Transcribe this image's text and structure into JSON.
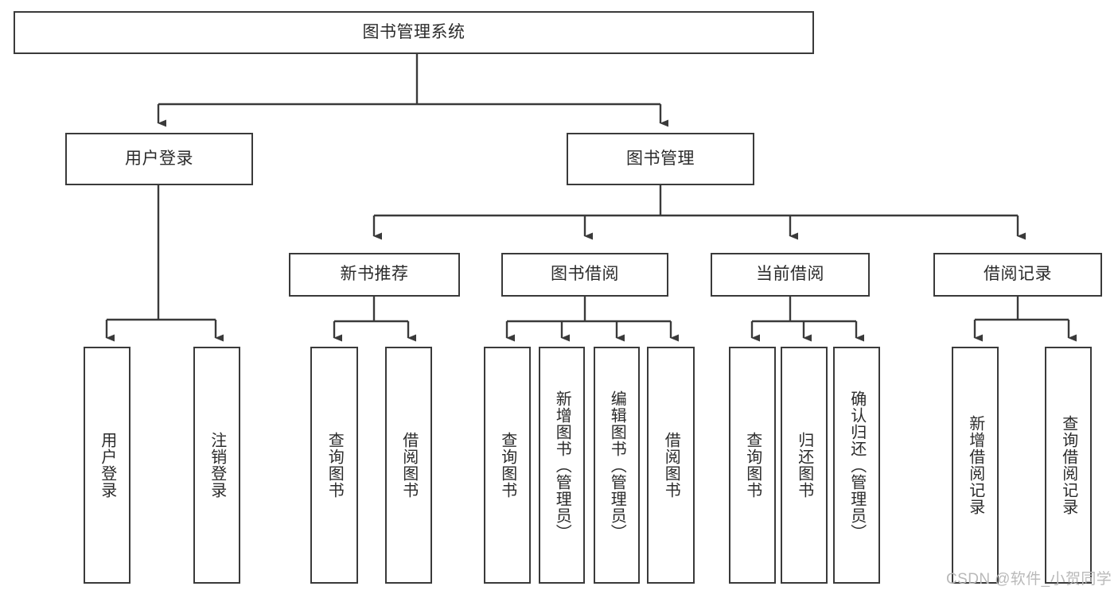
{
  "diagram": {
    "title": "图书管理系统",
    "type": "tree-hierarchy",
    "orientation": "top-down",
    "line_color": "#3a3a3a",
    "box_fill": "#ffffff",
    "text_color": "#2b2b2b",
    "levels": [
      {
        "level": 1,
        "nodes": [
          {
            "id": "root",
            "label": "图书管理系统"
          }
        ]
      },
      {
        "level": 2,
        "nodes": [
          {
            "id": "login",
            "label": "用户登录",
            "parent": "root"
          },
          {
            "id": "bookmgmt",
            "label": "图书管理",
            "parent": "root"
          }
        ]
      },
      {
        "level": 3,
        "nodes": [
          {
            "id": "newbook",
            "label": "新书推荐",
            "parent": "bookmgmt"
          },
          {
            "id": "borrow",
            "label": "图书借阅",
            "parent": "bookmgmt"
          },
          {
            "id": "current",
            "label": "当前借阅",
            "parent": "bookmgmt"
          },
          {
            "id": "records",
            "label": "借阅记录",
            "parent": "bookmgmt"
          }
        ]
      },
      {
        "level": 4,
        "nodes": [
          {
            "id": "leaf-1",
            "label": "用户登录",
            "parent": "login"
          },
          {
            "id": "leaf-2",
            "label": "注销登录",
            "parent": "login"
          },
          {
            "id": "leaf-3",
            "label": "查询图书",
            "parent": "newbook"
          },
          {
            "id": "leaf-4",
            "label": "借阅图书",
            "parent": "newbook"
          },
          {
            "id": "leaf-5",
            "label": "查询图书",
            "parent": "borrow"
          },
          {
            "id": "leaf-6",
            "label": "新增图书（管理员）",
            "parent": "borrow"
          },
          {
            "id": "leaf-7",
            "label": "编辑图书（管理员）",
            "parent": "borrow"
          },
          {
            "id": "leaf-8",
            "label": "借阅图书",
            "parent": "borrow"
          },
          {
            "id": "leaf-9",
            "label": "查询图书",
            "parent": "current"
          },
          {
            "id": "leaf-10",
            "label": "归还图书",
            "parent": "current"
          },
          {
            "id": "leaf-11",
            "label": "确认归还（管理员）",
            "parent": "current"
          },
          {
            "id": "leaf-12",
            "label": "新增借阅记录",
            "parent": "records"
          },
          {
            "id": "leaf-13",
            "label": "查询借阅记录",
            "parent": "records"
          }
        ]
      }
    ]
  },
  "watermark": {
    "text": "CSDN @软件_小贺同学",
    "color": "#b9b9b9"
  }
}
